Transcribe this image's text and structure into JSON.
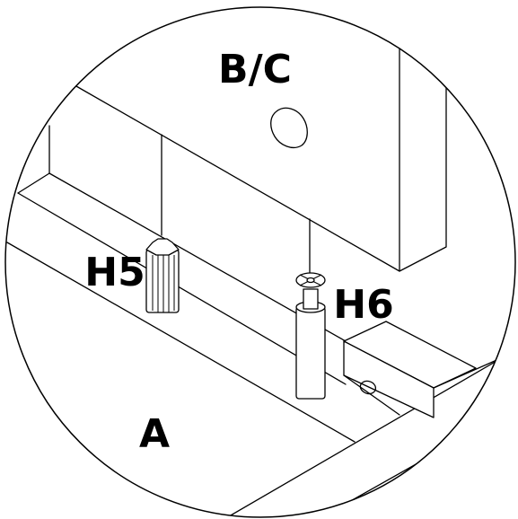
{
  "diagram": {
    "labels": {
      "panel_bc": "B/C",
      "panel_a": "A",
      "dowel_h5": "H5",
      "cam_h6": "H6"
    },
    "colors": {
      "stroke": "#000000",
      "background": "#ffffff"
    }
  }
}
